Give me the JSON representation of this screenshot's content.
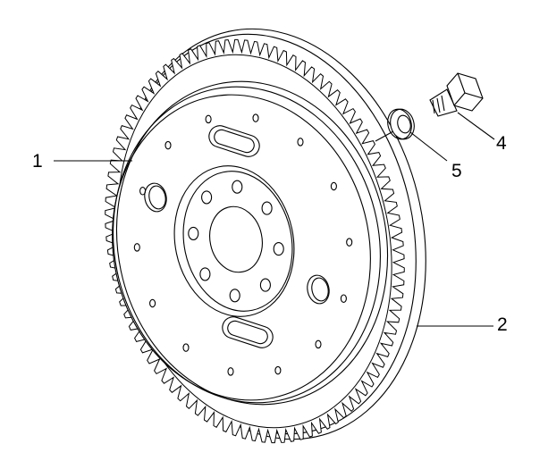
{
  "diagram": {
    "parts": [
      {
        "id": "1",
        "label": "1",
        "part": "flywheel-disc"
      },
      {
        "id": "2",
        "label": "2",
        "part": "ring-gear"
      },
      {
        "id": "4",
        "label": "4",
        "part": "bolt"
      },
      {
        "id": "5",
        "label": "5",
        "part": "washer"
      }
    ],
    "line_color": "#000000",
    "background": "#ffffff"
  }
}
